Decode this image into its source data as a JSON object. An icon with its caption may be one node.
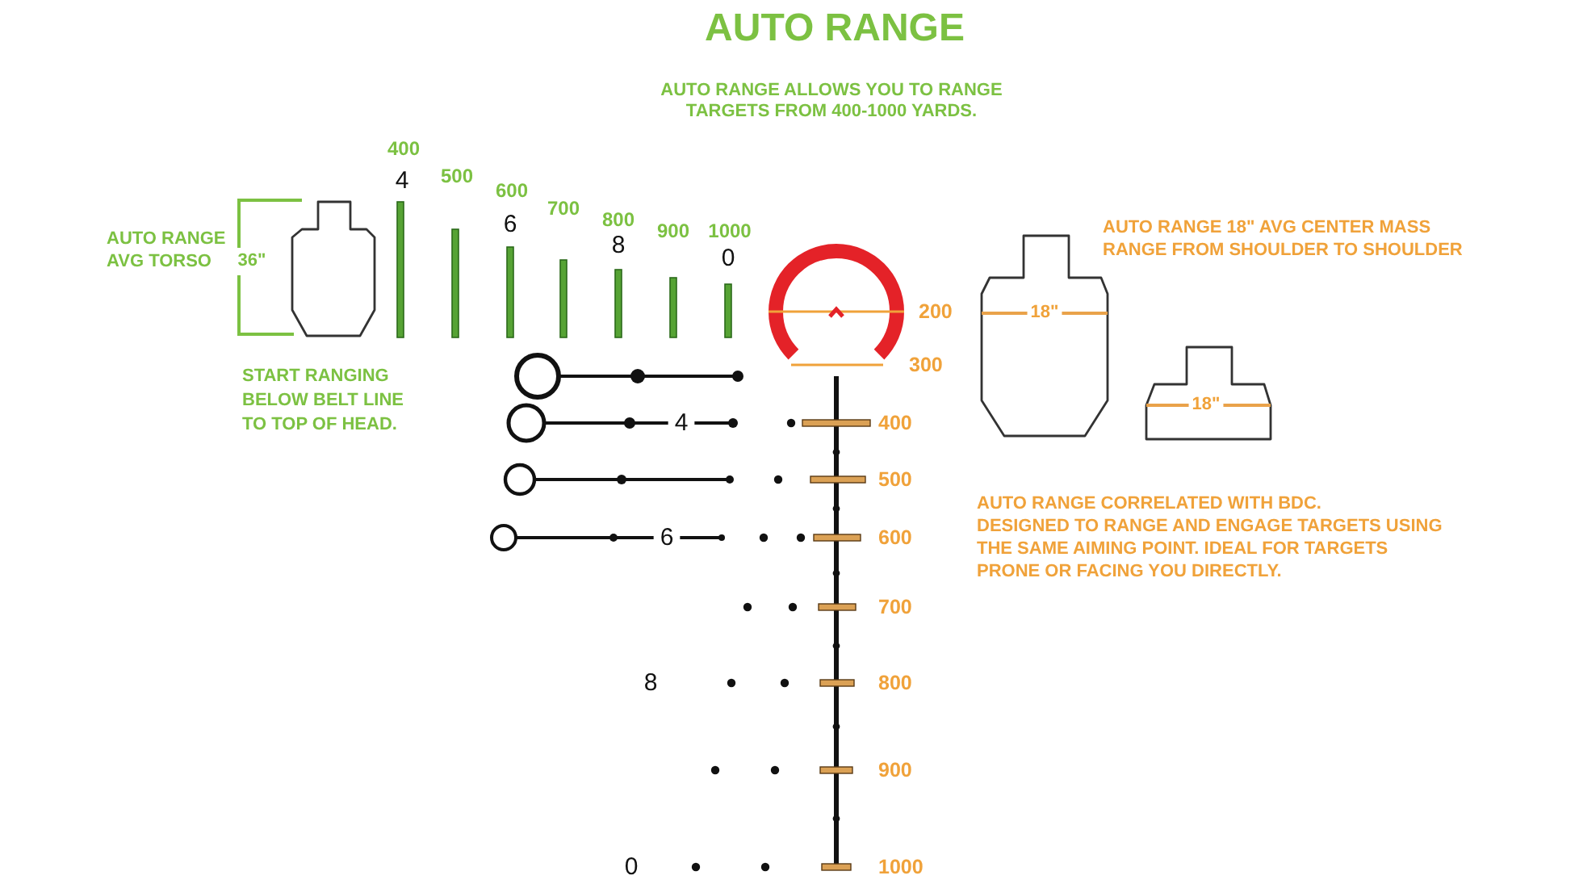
{
  "diagram": {
    "title": "AUTO RANGE",
    "nodes": [
      {
        "text": [],
        "shape": "person"
      },
      {
        "text": [
          "18\""
        ]
      },
      {
        "text": [
          "18\""
        ]
      }
    ],
    "labels": [
      "AUTO RANGE ALLOWS YOU TO RANGE TARGETS FROM 400-1000 YARDS.",
      "400",
      "4",
      "500",
      "600",
      "6",
      "700",
      "800",
      "8",
      "900",
      "1000",
      "0",
      "AUTO RANGE AVG TORSO",
      "36\"",
      "AUTO RANGE 18\" AVG CENTER MASS RANGE FROM SHOULDER TO SHOULDER",
      "200",
      "START RANGING BELOW BELT LINE TO TOP OF HEAD.",
      "300",
      "4",
      "400",
      "500",
      "AUTO RANGE CORRELATED WITH BDC.",
      "DESIGNED TO RANGE AND ENGAGE TARGETS USING THE SAME AIMING POINT. IDEAL FOR TARGETS PRONE OR FACING YOU DIRECTLY.",
      "6",
      "600",
      "700",
      "8",
      "800",
      "900",
      "0",
      "1000"
    ]
  }
}
